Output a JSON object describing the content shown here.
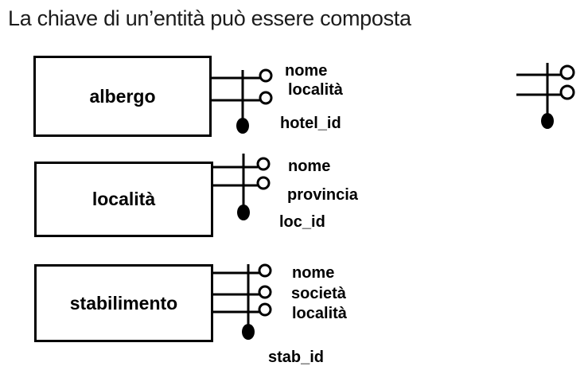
{
  "slide": {
    "title": "La chiave di un’entità può essere composta"
  },
  "entities": [
    {
      "name": "albergo",
      "attributes": [
        "nome",
        "località"
      ],
      "key": "hotel_id"
    },
    {
      "name": "località",
      "attributes": [
        "nome",
        "provincia"
      ],
      "key": "loc_id"
    },
    {
      "name": "stabilimento",
      "attributes": [
        "nome",
        "società",
        "località"
      ],
      "key": "stab_id"
    }
  ],
  "colors": {
    "background": "#ffffff",
    "line": "#000000",
    "text": "#000000"
  }
}
